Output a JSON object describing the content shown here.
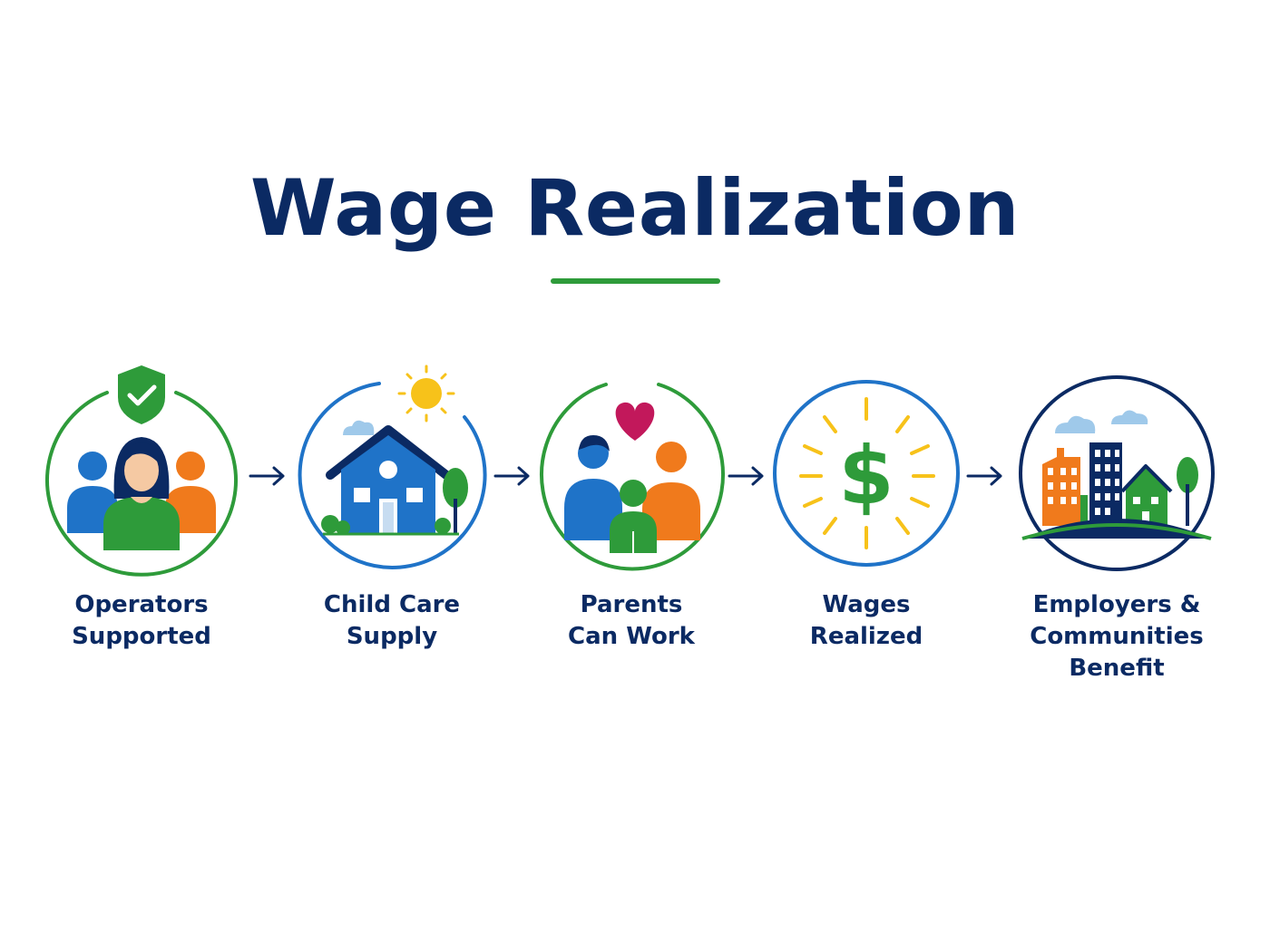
{
  "title": "Wage Realization",
  "colors": {
    "navy": "#0b2a63",
    "green": "#2e9b3a",
    "blue": "#1f73c8",
    "orange": "#f07a1c",
    "yellow": "#f7c21a",
    "magenta": "#c2185b"
  },
  "steps": [
    {
      "line1": "Operators",
      "line2": "Supported",
      "icon": "operators-people-shield-icon",
      "ring_color": "#2e9b3a"
    },
    {
      "line1": "Child Care",
      "line2": "Supply",
      "icon": "childcare-house-sun-icon",
      "ring_color": "#1f73c8"
    },
    {
      "line1": "Parents",
      "line2": "Can Work",
      "icon": "family-heart-icon",
      "ring_color": "#2e9b3a"
    },
    {
      "line1": "Wages",
      "line2": "Realized",
      "icon": "dollar-sign-icon",
      "ring_color": "#1f73c8"
    },
    {
      "line1": "Employers &",
      "line2": "Communities Benefit",
      "icon": "city-buildings-icon",
      "ring_color": "#0b2a63"
    }
  ]
}
